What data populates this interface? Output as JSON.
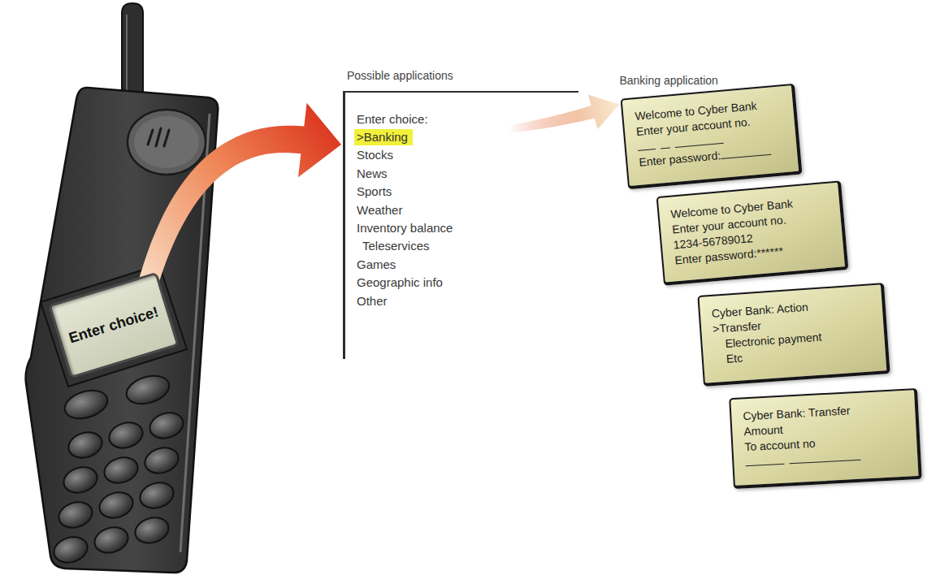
{
  "diagram": {
    "nodes": [
      {
        "text": [
          "Enter choice!"
        ]
      },
      {
        "text": [
          "Possible applications",
          "Enter choice:",
          "Stocks",
          "News",
          "Sports",
          "Weather",
          "Inventory balance",
          "Teleservices",
          "Games",
          "Geographic info",
          "Other"
        ]
      },
      {
        "text": [
          ">Banking"
        ],
        "in": 1
      },
      {
        "text": [
          "Banking application",
          "Welcome to Cyber Bank",
          "Enter your account no.",
          "Enter password:"
        ]
      },
      {
        "text": [
          "Welcome to Cyber Bank",
          "Enter your account no.",
          "1234-56789012",
          "Enter password:******"
        ]
      },
      {
        "text": [
          "Cyber Bank: Action",
          ">Transfer",
          "Electronic payment",
          "Etc"
        ]
      },
      {
        "text": [
          "Cyber Bank: Transfer",
          "Amount",
          "To account no"
        ]
      }
    ],
    "edges": [
      {
        "from": 0,
        "to": 1,
        "arrow": "to"
      },
      {
        "from": 2,
        "to": 3,
        "arrow": "to"
      }
    ]
  }
}
